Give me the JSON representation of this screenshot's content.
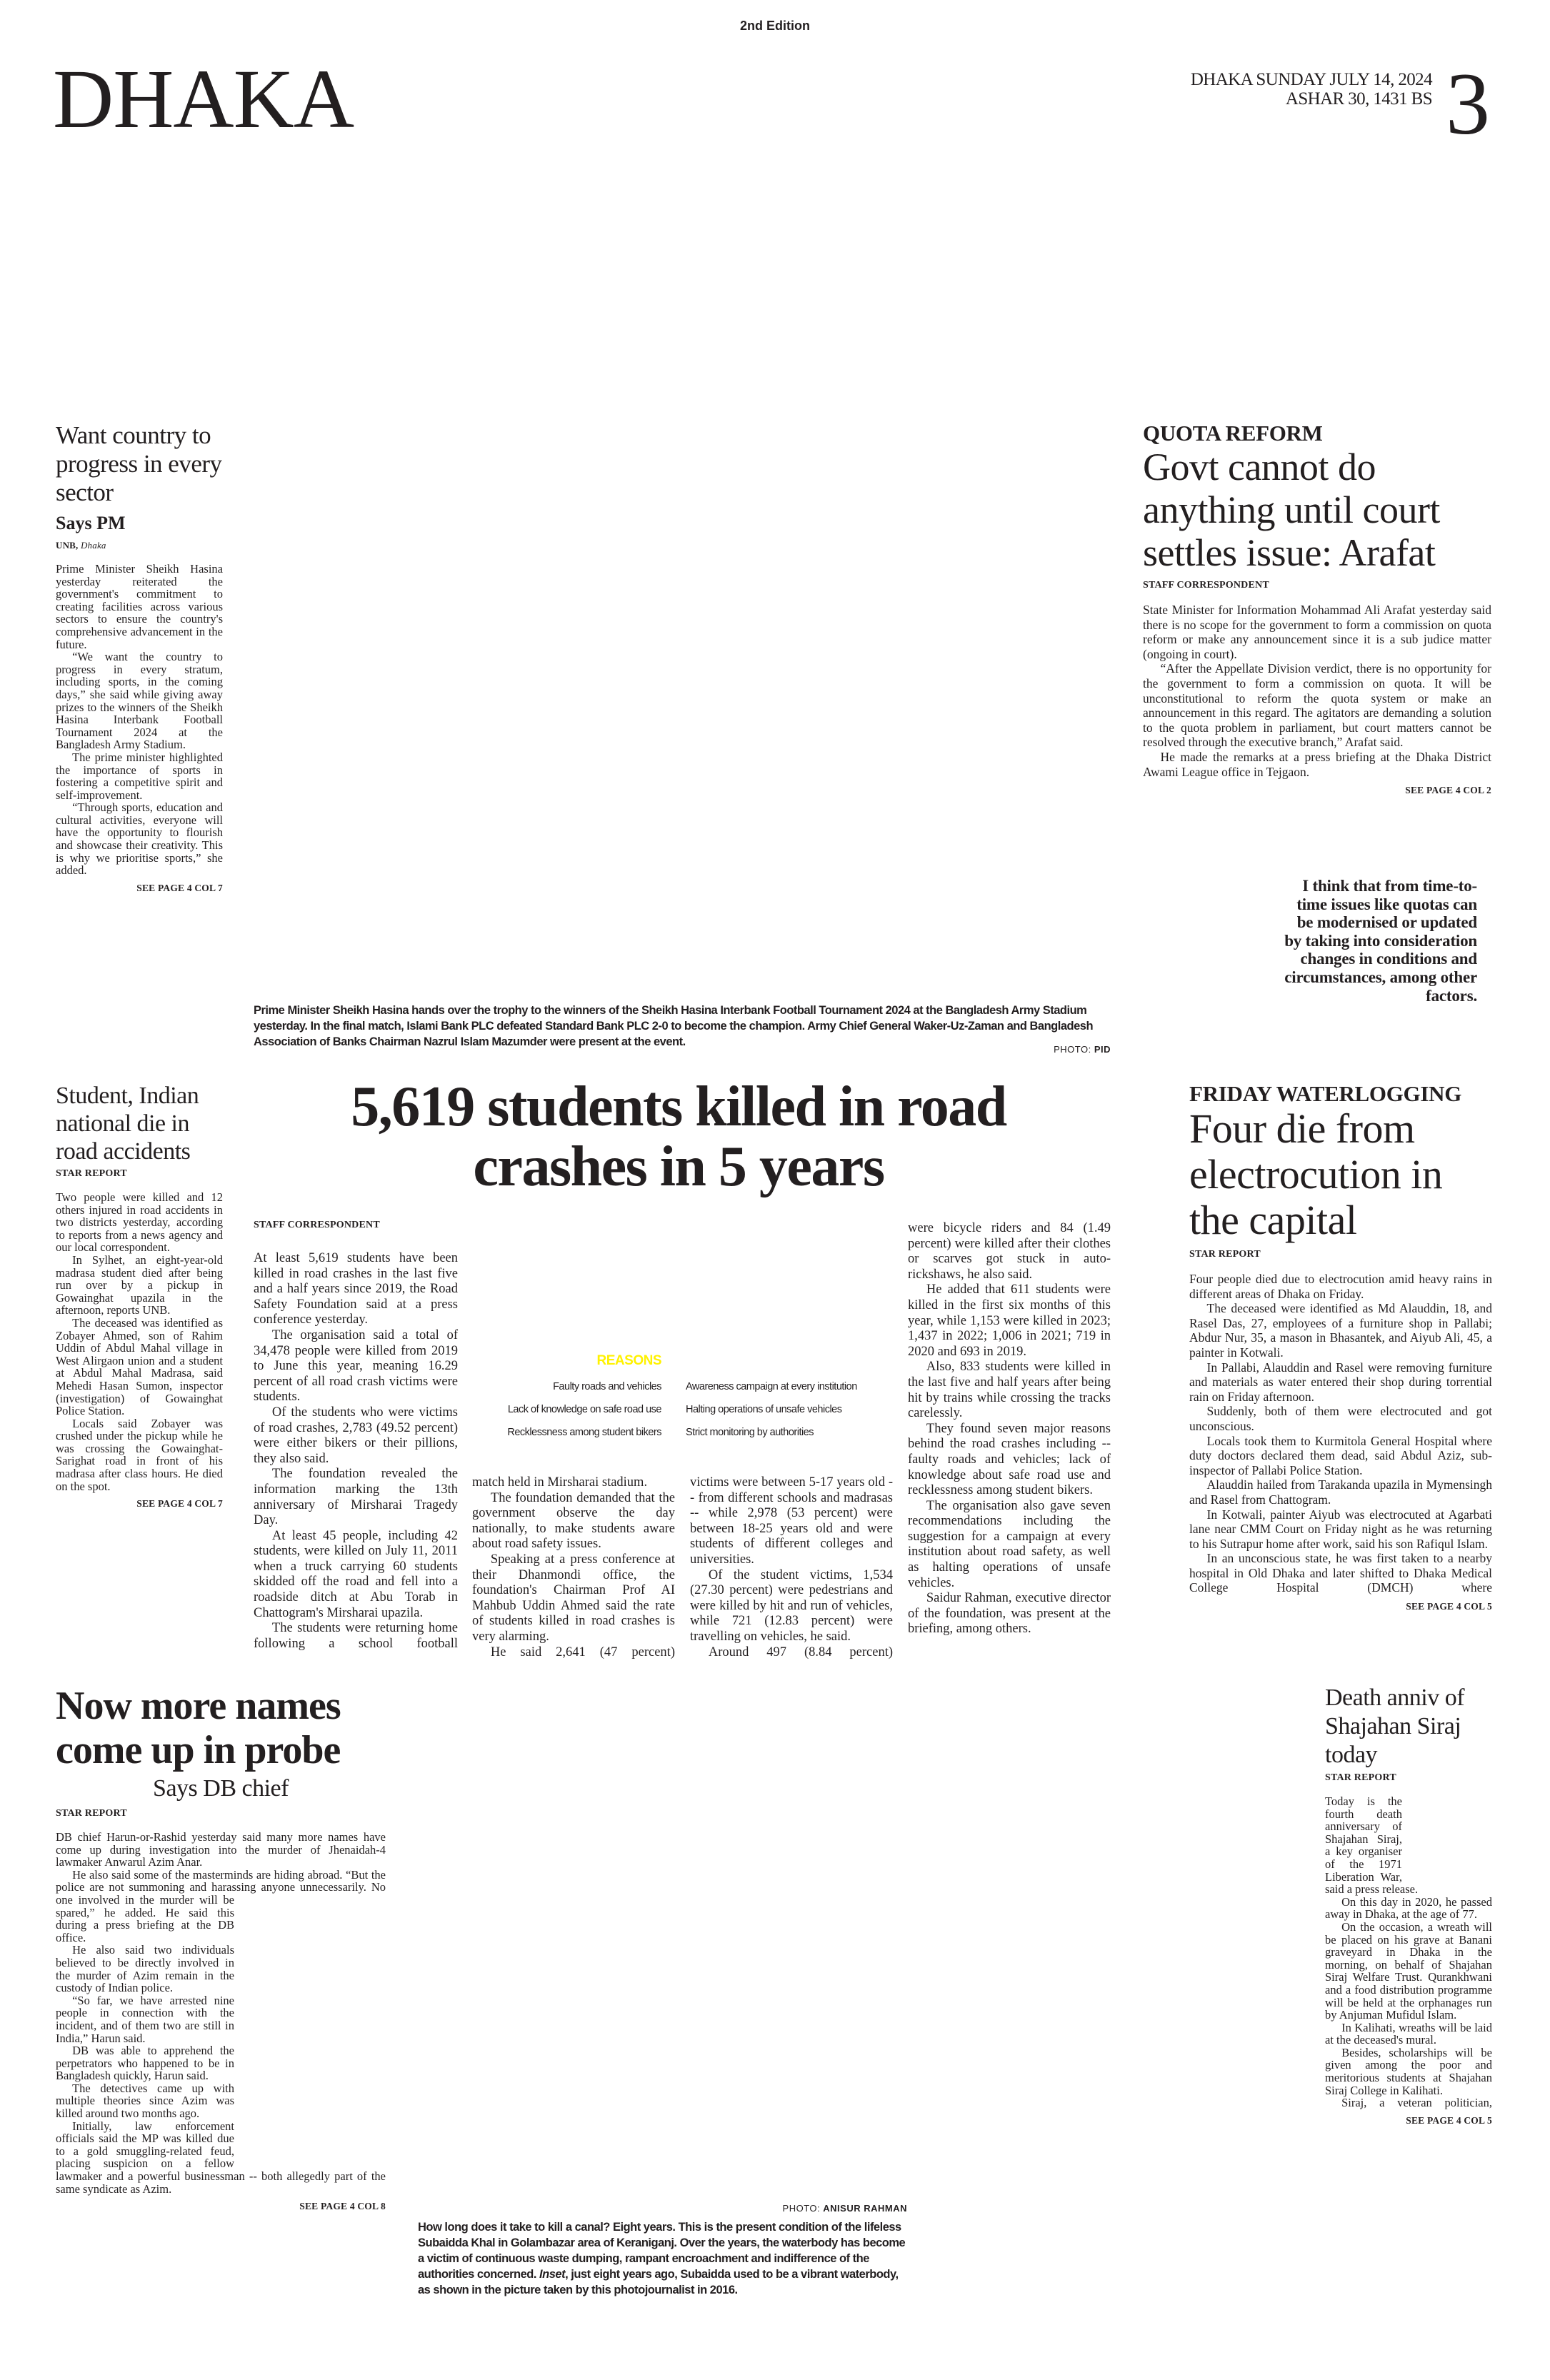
{
  "header": {
    "edition": "2nd Edition",
    "section": "DHAKA",
    "date_line": "DHAKA SUNDAY JULY 14, 2024",
    "bangla_date": "ASHAR 30, 1431 BS",
    "page_number": "3"
  },
  "pm_article": {
    "headline": "Want country to progress in every sector",
    "subhead": "Says PM",
    "byline_agency": "UNB,",
    "byline_place": "Dhaka",
    "paragraphs": [
      "Prime Minister Sheikh Hasina yesterday reiterated the government's commitment to creating facilities across various sectors to ensure the country's comprehensive advancement in the future.",
      "“We want the country to progress in every stratum, including sports, in the coming days,” she said while giving away prizes to the winners of the Sheikh Hasina Interbank Football Tournament 2024 at the Bangladesh Army Stadium.",
      "The prime minister highlighted the importance of sports in fostering a competitive spirit and self-improvement.",
      "“Through sports, education and cultural activities, everyone will have the opportunity to flourish and showcase their creativity. This is why we prioritise sports,” she added."
    ],
    "jump": "SEE PAGE 4 COL 7"
  },
  "top_photo": {
    "caption": "Prime Minister Sheikh Hasina hands over the trophy to the winners of the Sheikh Hasina Interbank Football Tournament 2024 at the Bangladesh Army Stadium yesterday. In the final match, Islami Bank PLC defeated Standard Bank PLC 2-0 to become the champion. Army Chief General Waker-Uz-Zaman and Bangladesh Association of Banks Chairman Nazrul Islam Mazumder were present at the event.",
    "credit_label": "PHOTO:",
    "credit_name": "PID"
  },
  "quota_article": {
    "kicker": "QUOTA REFORM",
    "headline": "Govt cannot do anything until court settles issue: Arafat",
    "byline": "STAFF CORRESPONDENT",
    "paragraphs": [
      "State Minister for Information Mohammad Ali Arafat yesterday said there is no scope for the government to form a commission on quota reform or make any announcement since it is a sub judice matter (ongoing in court).",
      "“After the Appellate Division verdict, there is no opportunity for the government to form a commission on quota. It will be unconstitutional to reform the quota system or make an announcement in this regard. The agitators are demanding a solution to the quota problem in parliament, but court matters cannot be resolved through the executive branch,” Arafat said.",
      "He made the remarks at a press briefing at the Dhaka District Awami League office in Tejgaon."
    ],
    "jump": "SEE PAGE 4 COL 2",
    "pull_quote": "I think that from time-to-time issues like quotas can be modernised or updated by taking into consideration changes in conditions and circumstances, among other factors."
  },
  "accident_article": {
    "headline": "Student, Indian national die in road accidents",
    "byline": "STAR REPORT",
    "paragraphs": [
      "Two people were killed and 12 others injured in road accidents in two districts yesterday, according to reports from a news agency and our local correspondent.",
      "In Sylhet, an eight-year-old madrasa student died after being run over by a pickup in Gowainghat upazila in the afternoon, reports UNB.",
      "The deceased was identified as Zobayer Ahmed, son of Rahim Uddin of Abdul Mahal village in West Alirgaon union and a student at Abdul Mahal Madrasa, said Mehedi Hasan Sumon, inspector (investigation) of Gowainghat Police Station.",
      "Locals said Zobayer was crushed under the pickup while he was crossing the Gowainghat-Sarighat road in front of his madrasa after class hours. He died on the spot."
    ],
    "jump": "SEE PAGE 4 COL 7"
  },
  "lead_article": {
    "headline": "5,619 students killed in road crashes in 5 years",
    "byline": "STAFF CORRESPONDENT",
    "columns": [
      [
        "At least 5,619 students have been killed in road crashes in the last five and a half years since 2019, the Road Safety Foundation said at a press conference yesterday.",
        "The organisation said a total of 34,478 people were killed from 2019 to June this year, meaning 16.29 percent of all road crash victims were students.",
        "Of the students who were victims of road crashes, 2,783 (49.52 percent) were either bikers or their pillions, they also said.",
        "The foundation revealed the information marking the 13th anniversary of Mirsharai Tragedy Day.",
        "At least 45 people, including 42 students, were killed on July 11, 2011 when a truck carrying 60 students skidded off the road and fell into a roadside ditch at Abu Torab in Chattogram's Mirsharai upazila.",
        "The students were returning home following a school football"
      ],
      [
        "match held in Mirsharai stadium.",
        "The foundation demanded that the government observe the day nationally, to make students aware about road safety issues.",
        "Speaking at a press conference at their Dhanmondi office, the foundation's Chairman Prof AI Mahbub Uddin Ahmed said the rate of students killed in road crashes is very alarming.",
        "He said 2,641 (47 percent)"
      ],
      [
        "victims were between 5-17 years old -- from different schools and madrasas -- while 2,978 (53 percent) were between 18-25 years old and were students of different colleges and universities.",
        "Of the student victims, 1,534 (27.30 percent) were pedestrians and were killed by hit and run of vehicles, while 721 (12.83 percent) were travelling on vehicles, he said.",
        "Around 497 (8.84 percent)"
      ],
      [
        "were bicycle riders and 84 (1.49 percent) were killed after their clothes or scarves got stuck in auto-rickshaws, he also said.",
        "He added that 611 students were killed in the first six months of this year, while 1,153 were killed in 2023; 1,437 in 2022; 1,006 in 2021; 719 in 2020 and 693 in 2019.",
        "Also, 833 students were killed in the last five and half years after being hit by trains while crossing the tracks carelessly.",
        "They found seven major reasons behind the road crashes including -- faulty roads and vehicles; lack of knowledge about safe road use and recklessness among student bikers.",
        "The organisation also gave seven recommendations including the suggestion for a campaign at every institution about road safety, as well as halting operations of unsafe vehicles.",
        "Saidur Rahman, executive director of the foundation, was present at the briefing, among others."
      ]
    ],
    "infographic": {
      "title": "REASONS",
      "title_color": "#fff200",
      "reasons": [
        "Faulty roads and vehicles",
        "Lack of knowledge on safe road use",
        "Recklessness among student bikers"
      ],
      "recommendations": [
        "Awareness campaign at every institution",
        "Halting operations of unsafe vehicles",
        "Strict monitoring by authorities"
      ]
    }
  },
  "electrocution_article": {
    "kicker": "FRIDAY WATERLOGGING",
    "headline": "Four die from electrocution in the capital",
    "byline": "STAR REPORT",
    "paragraphs": [
      "Four people died due to electrocution amid heavy rains in different areas of Dhaka on Friday.",
      "The deceased were identified as Md Alauddin, 18, and Rasel Das, 27, employees of a furniture shop in Pallabi; Abdur Nur, 35, a mason in Bhasantek, and Aiyub Ali, 45, a painter in Kotwali.",
      "In Pallabi, Alauddin and Rasel were removing furniture and materials as water entered their shop during torrential rain on Friday afternoon.",
      "Suddenly, both of them were electrocuted and got unconscious.",
      "Locals took them to Kurmitola General Hospital where duty doctors declared them dead, said Abdul Aziz, sub-inspector of Pallabi Police Station.",
      "Alauddin hailed from Tarakanda upazila in Mymensingh and Rasel from Chattogram.",
      "In Kotwali, painter Aiyub was electrocuted at Agarbati lane near CMM Court on Friday night as he was returning to his Sutrapur home after work, said his son Rafiqul Islam.",
      "In an unconscious state, he was first taken to a nearby hospital in Old Dhaka and later shifted to Dhaka Medical College Hospital (DMCH) where"
    ],
    "jump": "SEE PAGE 4 COL 5"
  },
  "probe_article": {
    "headline": "Now more names come up in probe",
    "subhead": "Says DB chief",
    "byline": "STAR REPORT",
    "paragraphs": [
      "DB chief Harun-or-Rashid yesterday said many more names have come up during investigation into the murder of Jhenaidah-4 lawmaker Anwarul Azim Anar.",
      "He also said some of the masterminds are hiding abroad. “But the police are not summoning and harassing anyone unnecessarily. No one involved in the murder will be spared,” he added. He said this during a press briefing at the DB office.",
      "He also said two individuals believed to be directly involved in the murder of Azim remain in the custody of Indian police.",
      "“So far, we have arrested nine people in connection with the incident, and of them two are still in India,” Harun said.",
      "DB was able to apprehend the perpetrators who happened to be in Bangladesh quickly, Harun said.",
      "The detectives came up with multiple theories since Azim was killed around two months ago.",
      "Initially, law enforcement officials said the MP was killed due to a gold smuggling-related feud, placing suspicion on a fellow lawmaker and a powerful businessman -- both allegedly part of the same syndicate as Azim."
    ],
    "jump": "SEE PAGE 4 COL 8"
  },
  "canal_photo": {
    "credit_label": "PHOTO:",
    "credit_name": "ANISUR RAHMAN",
    "caption_before": "How long does it take to kill a canal? Eight years. This is the present condition of the lifeless Subaidda Khal in Golambazar area of Keraniganj. Over the years, the waterbody has become a victim of continuous waste dumping, rampant encroachment and indifference of the authorities concerned. ",
    "caption_italic": "Inset",
    "caption_after": ", just eight years ago, Subaidda used to be a vibrant waterbody, as shown in the picture taken by this photojournalist in 2016."
  },
  "siraj_article": {
    "headline": "Death anniv of Shajahan Siraj today",
    "byline": "STAR REPORT",
    "paragraphs": [
      "Today is the fourth death anniversary of Shajahan Siraj, a key organiser of the 1971 Liberation War, said a press release.",
      "On this day in 2020, he passed away in Dhaka, at the age of 77.",
      "On the occasion, a wreath will be placed on his grave at Banani graveyard in Dhaka in the morning, on behalf of Shajahan Siraj Welfare Trust. Qurankhwani and a food distribution programme will be held at the orphanages run by Anjuman Mufidul Islam.",
      "In Kalihati, wreaths will be laid at the deceased's mural.",
      "Besides, scholarships will be given among the poor and meritorious students at Shajahan Siraj College in Kalihati.",
      "Siraj, a veteran politician,"
    ],
    "jump": "SEE PAGE 4 COL 5"
  }
}
